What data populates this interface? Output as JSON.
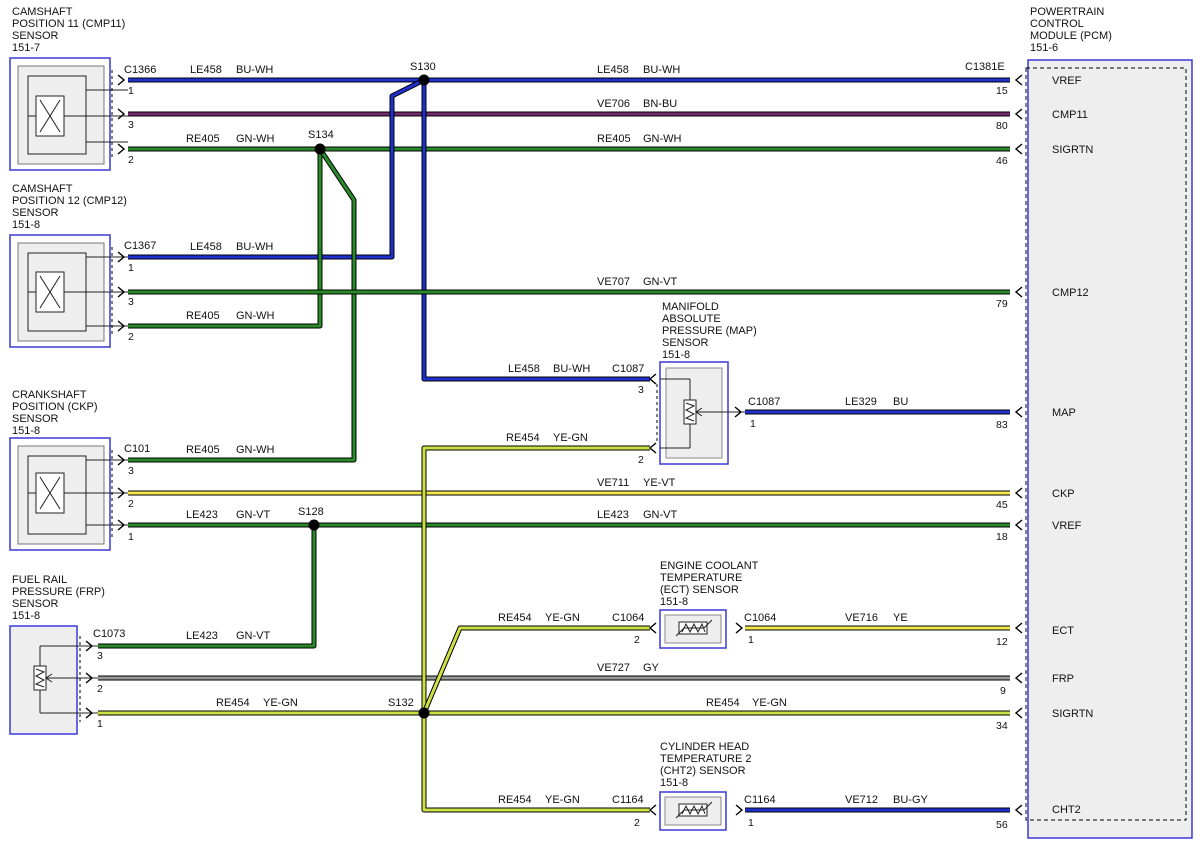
{
  "pcm": {
    "title": [
      "POWERTRAIN",
      "CONTROL",
      "MODULE (PCM)",
      "151-6"
    ],
    "connector": "C1381E",
    "pins": [
      "VREF",
      "CMP11",
      "SIGRTN",
      "CMP12",
      "MAP",
      "CKP",
      "VREF",
      "ECT",
      "FRP",
      "SIGRTN",
      "CHT2"
    ],
    "pin_numbers": [
      "15",
      "80",
      "46",
      "79",
      "83",
      "45",
      "18",
      "12",
      "9",
      "34",
      "56"
    ]
  },
  "cmp11": {
    "title": [
      "CAMSHAFT",
      "POSITION 11 (CMP11)",
      "SENSOR",
      "151-7"
    ],
    "connector": "C1366",
    "pins": [
      "1",
      "3",
      "2"
    ]
  },
  "cmp12": {
    "title": [
      "CAMSHAFT",
      "POSITION 12 (CMP12)",
      "SENSOR",
      "151-8"
    ],
    "connector": "C1367",
    "pins": [
      "1",
      "3",
      "2"
    ]
  },
  "ckp": {
    "title": [
      "CRANKSHAFT",
      "POSITION (CKP)",
      "SENSOR",
      "151-8"
    ],
    "connector": "C101",
    "pins": [
      "3",
      "2",
      "1"
    ]
  },
  "frp": {
    "title": [
      "FUEL RAIL",
      "PRESSURE (FRP)",
      "SENSOR",
      "151-8"
    ],
    "connector": "C1073",
    "pins": [
      "3",
      "2",
      "1"
    ]
  },
  "map": {
    "title": [
      "MANIFOLD",
      "ABSOLUTE",
      "PRESSURE (MAP)",
      "SENSOR",
      "151-8"
    ],
    "connector": "C1087",
    "pins": [
      "3",
      "2",
      "1"
    ]
  },
  "ect": {
    "title": [
      "ENGINE COOLANT",
      "TEMPERATURE",
      "(ECT) SENSOR",
      "151-8"
    ],
    "connector": "C1064",
    "pins": [
      "2",
      "1"
    ]
  },
  "cht2": {
    "title": [
      "CYLINDER HEAD",
      "TEMPERATURE 2",
      "(CHT2) SENSOR",
      "151-8"
    ],
    "connector": "C1164",
    "pins": [
      "2",
      "1"
    ]
  },
  "splices": [
    "S130",
    "S134",
    "S128",
    "S132"
  ],
  "wires": {
    "le458_1": [
      "LE458",
      "BU-WH"
    ],
    "le458_2": [
      "LE458",
      "BU-WH"
    ],
    "ve706": [
      "VE706",
      "BN-BU"
    ],
    "re405_1": [
      "RE405",
      "GN-WH"
    ],
    "re405_2": [
      "RE405",
      "GN-WH"
    ],
    "le458_3": [
      "LE458",
      "BU-WH"
    ],
    "ve707": [
      "VE707",
      "GN-VT"
    ],
    "re405_3": [
      "RE405",
      "GN-WH"
    ],
    "le458_4": [
      "LE458",
      "BU-WH"
    ],
    "le329": [
      "LE329",
      "BU"
    ],
    "re405_4": [
      "RE405",
      "GN-WH"
    ],
    "re454_1": [
      "RE454",
      "YE-GN"
    ],
    "ve711": [
      "VE711",
      "YE-VT"
    ],
    "le423_1": [
      "LE423",
      "GN-VT"
    ],
    "le423_2": [
      "LE423",
      "GN-VT"
    ],
    "re454_2": [
      "RE454",
      "YE-GN"
    ],
    "ve716": [
      "VE716",
      "YE"
    ],
    "le423_3": [
      "LE423",
      "GN-VT"
    ],
    "ve727": [
      "VE727",
      "GY"
    ],
    "re454_3": [
      "RE454",
      "YE-GN"
    ],
    "re454_4": [
      "RE454",
      "YE-GN"
    ],
    "re454_5": [
      "RE454",
      "YE-GN"
    ],
    "ve712": [
      "VE712",
      "BU-GY"
    ]
  },
  "colors": {
    "blue": "#1f2fd0",
    "green": "#1f6e1f",
    "yellow": "#d8d800",
    "yellow_gn": "#b8d000",
    "brown": "#7a2a2a",
    "gray": "#8a8a8a",
    "box_border": "#3a3ad6"
  }
}
